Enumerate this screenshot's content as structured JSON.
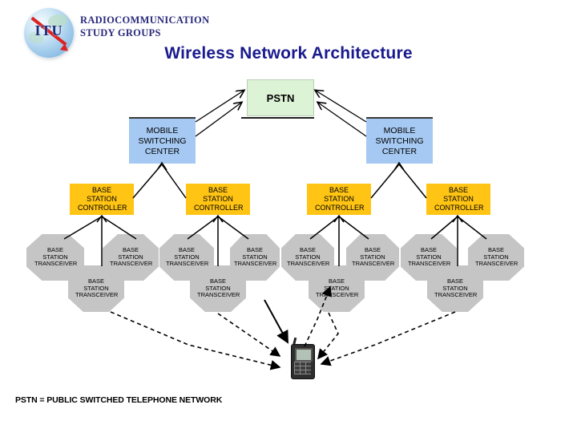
{
  "header": {
    "logo_text": "ITU",
    "org_line1": "RADIOCOMMUNICATION",
    "org_line2": "STUDY GROUPS",
    "title": "Wireless Network Architecture"
  },
  "diagram": {
    "pstn_label": "PSTN",
    "msc_label": "MOBILE SWITCHING CENTER",
    "bsc_label": "BASE STATION CONTROLLER",
    "bts_label": "BASE STATION TRANSCEIVER",
    "msc_count": 2,
    "bsc_count": 4,
    "bts_count": 12,
    "phone_icon": "mobile-phone"
  },
  "footer": {
    "note": "PSTN = PUBLIC SWITCHED TELEPHONE NETWORK"
  },
  "colors": {
    "title_text": "#1a1a8e",
    "org_text": "#29297c",
    "pstn_fill": "#ddf3d6",
    "msc_fill": "#a5c9f2",
    "bsc_fill": "#ffc414",
    "bts_fill": "#c5c5c5",
    "logo_bolt": "#dd2222",
    "line": "#000000"
  }
}
